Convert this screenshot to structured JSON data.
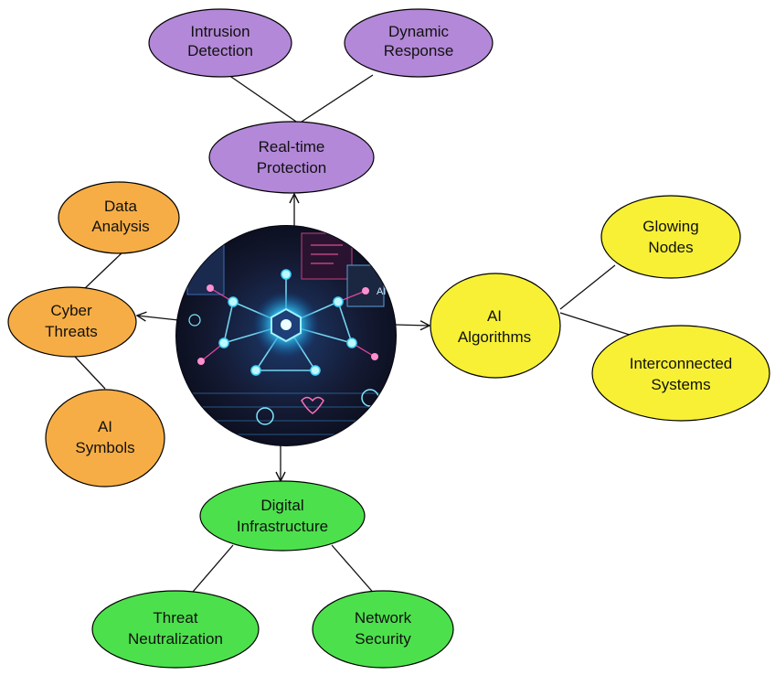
{
  "colors": {
    "purple": "#b388d8",
    "orange": "#f7ad45",
    "yellow": "#f7f035",
    "green": "#4de04d",
    "stroke": "#000000"
  },
  "nodes": {
    "intrusion_detection": [
      "Intrusion",
      "Detection"
    ],
    "dynamic_response": [
      "Dynamic",
      "Response"
    ],
    "realtime_protection": [
      "Real-time",
      "Protection"
    ],
    "data_analysis": [
      "Data",
      "Analysis"
    ],
    "cyber_threats": [
      "Cyber",
      "Threats"
    ],
    "ai_symbols": [
      "AI",
      "Symbols"
    ],
    "ai_algorithms": [
      "AI",
      "Algorithms"
    ],
    "glowing_nodes": [
      "Glowing",
      "Nodes"
    ],
    "interconnected_systems": [
      "Interconnected",
      "Systems"
    ],
    "digital_infrastructure": [
      "Digital",
      "Infrastructure"
    ],
    "threat_neutralization": [
      "Threat",
      "Neutralization"
    ],
    "network_security": [
      "Network",
      "Security"
    ]
  },
  "center_image": {
    "description_icon": "ai-network-illustration",
    "overlay_text": "AI"
  }
}
